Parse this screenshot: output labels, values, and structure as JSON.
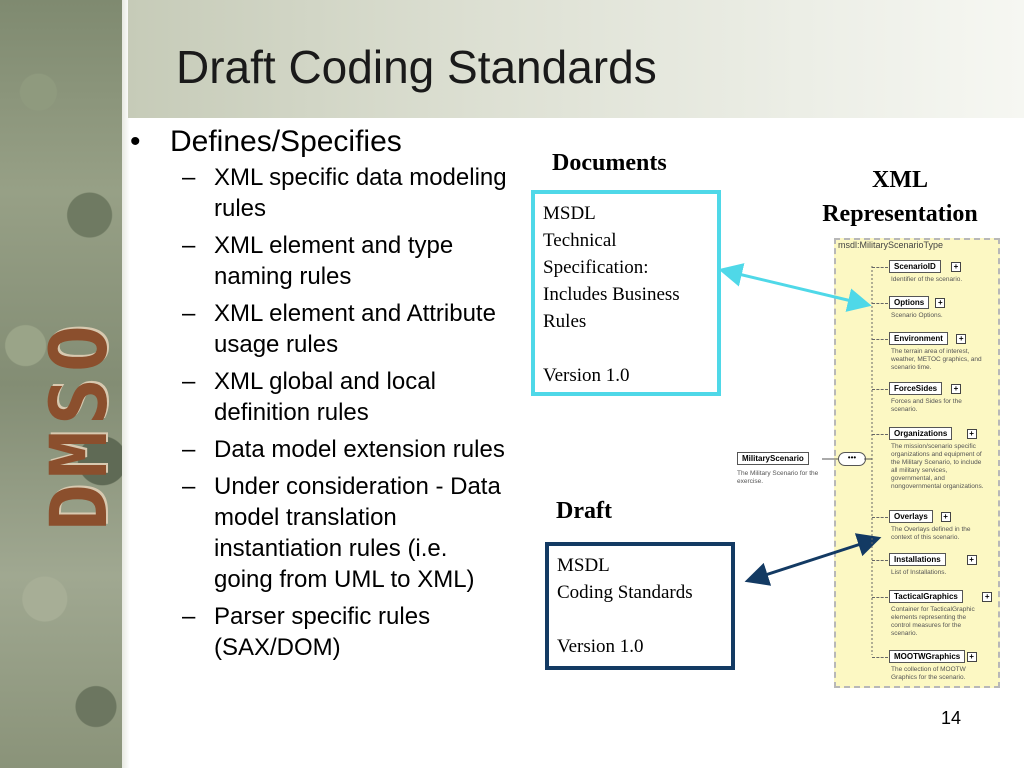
{
  "side_text": "DMSO",
  "title": "Draft Coding Standards",
  "bullets": {
    "main": "Defines/Specifies",
    "items": [
      "XML specific data modeling rules",
      "XML element and type naming rules",
      "XML element and Attribute usage rules",
      "XML global and local definition rules",
      "Data model extension rules",
      "Under consideration - Data model translation instantiation rules (i.e. going from UML to XML)",
      "Parser specific rules (SAX/DOM)"
    ]
  },
  "labels": {
    "documents": "Documents",
    "xml_line1": "XML",
    "xml_line2": "Representation",
    "draft": "Draft"
  },
  "tech_box": {
    "l1": "MSDL",
    "l2": "Technical",
    "l3": "Specification:",
    "l4": "Includes Business",
    "l5": "Rules",
    "l6": "Version 1.0"
  },
  "coding_box": {
    "l1": "MSDL",
    "l2": "Coding Standards",
    "l3": "Version 1.0"
  },
  "xml": {
    "header": "msdl:MilitaryScenarioType",
    "root": "MilitaryScenario",
    "root_desc": "The Military Scenario for the exercise.",
    "seq": "•••",
    "nodes": [
      {
        "name": "ScenarioID",
        "desc": "Identifier of the scenario."
      },
      {
        "name": "Options",
        "desc": "Scenario Options."
      },
      {
        "name": "Environment",
        "desc": "The terrain area of interest, weather, METOC graphics, and scenario time."
      },
      {
        "name": "ForceSides",
        "desc": "Forces and Sides for the scenario."
      },
      {
        "name": "Organizations",
        "desc": "The mission/scenario specific organizations and equipment of the Military Scenario, to include all military services, governmental, and nongovernmental organizations."
      },
      {
        "name": "Overlays",
        "desc": "The Overlays defined in the context of this scenario."
      },
      {
        "name": "Installations",
        "desc": "List of Installations."
      },
      {
        "name": "TacticalGraphics",
        "desc": "Container for TacticalGraphic elements representing the control measures for the scenario."
      },
      {
        "name": "MOOTWGraphics",
        "desc": "The collection of MOOTW Graphics for the scenario."
      }
    ]
  },
  "colors": {
    "tech_border": "#4fd8e8",
    "coding_border": "#133a63",
    "side_text": "#8b4f2d",
    "xml_panel": "#fcf8c3"
  },
  "page_number": "14"
}
